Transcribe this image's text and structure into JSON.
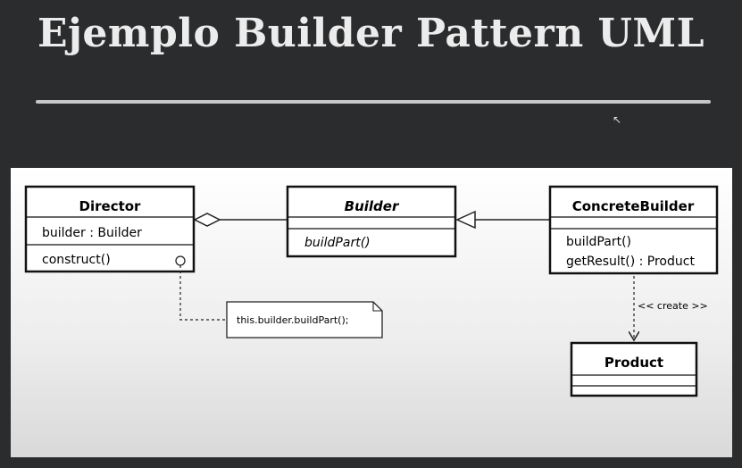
{
  "title": "Ejemplo Builder Pattern UML",
  "diagram": {
    "director": {
      "name": "Director",
      "attribute": "builder : Builder",
      "operation": "construct()"
    },
    "builder": {
      "name": "Builder",
      "operation": "buildPart()"
    },
    "concrete_builder": {
      "name": "ConcreteBuilder",
      "operation_1": "buildPart()",
      "operation_2": "getResult() : Product"
    },
    "product": {
      "name": "Product"
    },
    "note": "this.builder.buildPart();",
    "create_label": "<< create >>"
  }
}
